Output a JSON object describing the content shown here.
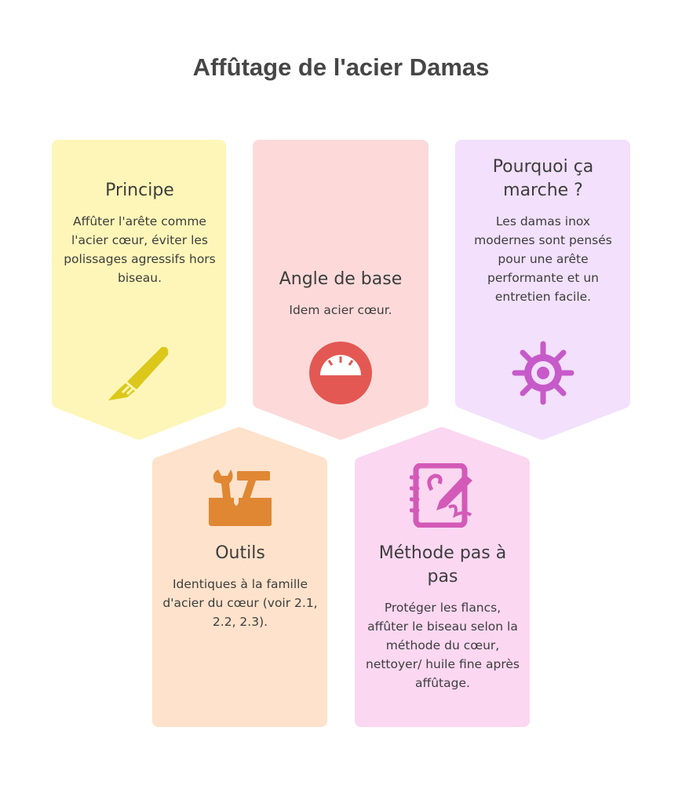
{
  "title": "Affûtage de l'acier Damas",
  "cards": [
    {
      "heading": "Principe",
      "body": "Affûter l'arête comme l'acier cœur, éviter les polissages agressifs hors biseau.",
      "icon": "scalpel-icon",
      "color": "#fef6b8",
      "icon_color": "#dcc81a"
    },
    {
      "heading": "Angle de base",
      "body": "Idem acier cœur.",
      "icon": "gauge-icon",
      "color": "#fddad9",
      "icon_color": "#e35853"
    },
    {
      "heading": "Pourquoi ça marche ?",
      "body": "Les damas inox modernes sont pensés pour une arête performante et un entretien facile.",
      "icon": "gear-icon",
      "color": "#f2e0fc",
      "icon_color": "#c65ac9"
    },
    {
      "heading": "Outils",
      "body": "Identiques à la famille d'acier du cœur (voir 2.1, 2.2, 2.3).",
      "icon": "toolbox-icon",
      "color": "#fee2cb",
      "icon_color": "#e08733"
    },
    {
      "heading": "Méthode pas à pas",
      "body": "Protéger les flancs, affûter le biseau selon la méthode du cœur, nettoyer/ huile fine après affûtage.",
      "icon": "notebook-pen-icon",
      "color": "#fbd7f1",
      "icon_color": "#d35ab7"
    }
  ]
}
